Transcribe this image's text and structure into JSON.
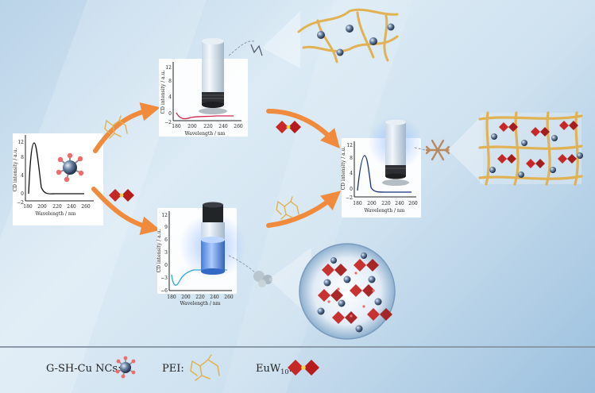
{
  "plots": [
    {
      "id": "plot-left",
      "ylabel": "CD intensity / a.u.",
      "xlabel": "Wavelength / nm",
      "xticks": [
        "180",
        "200",
        "220",
        "240",
        "260"
      ],
      "yticks": [
        "12",
        "8",
        "4",
        "0",
        "−2"
      ]
    },
    {
      "id": "plot-top",
      "ylabel": "CD intensity / a.u.",
      "xlabel": "Wavelength / nm",
      "xticks": [
        "180",
        "200",
        "220",
        "240",
        "260"
      ],
      "yticks": [
        "12",
        "8",
        "4",
        "0",
        "−2"
      ]
    },
    {
      "id": "plot-bottom",
      "ylabel": "CD intensity / a.u.",
      "xlabel": "Wavelength / nm",
      "xticks": [
        "180",
        "200",
        "220",
        "240",
        "260"
      ],
      "yticks": [
        "12",
        "9",
        "6",
        "3",
        "0",
        "−3",
        "−6"
      ]
    },
    {
      "id": "plot-right",
      "ylabel": "CD intensity / a.u.",
      "xlabel": "Wavelength / nm",
      "xticks": [
        "180",
        "200",
        "220",
        "240",
        "260"
      ],
      "yticks": [
        "12",
        "8",
        "4",
        "0",
        "−2"
      ]
    }
  ],
  "legend": {
    "ncs_label": "G-SH-Cu NCs:",
    "pei_label": "PEI:",
    "euw_label": "EuW",
    "euw_sub": "10",
    "euw_colon": ":"
  },
  "colors": {
    "arrow": "#f08a3c",
    "ncs_line": "#111111",
    "top_line": "#d2264a",
    "bottom_line": "#2aa6d9",
    "right_line": "#1a2f7a",
    "pei": "#e0b253",
    "euw": "#c62828"
  }
}
